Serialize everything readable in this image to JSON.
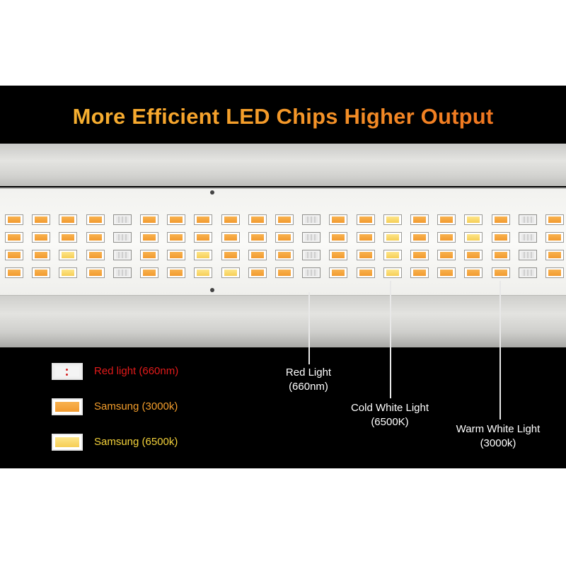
{
  "title": "More Efficient LED Chips Higher Output",
  "colors": {
    "title_gradient_start": "#f7b733",
    "title_gradient_end": "#ee6a1d",
    "red_text": "#e21a1a",
    "orange_text": "#f49e2c",
    "yellow_text": "#f4d23a",
    "background": "#000000"
  },
  "led_board": {
    "rows": [
      [
        "orange",
        "orange",
        "orange",
        "orange",
        "red",
        "orange",
        "orange",
        "orange",
        "orange",
        "orange",
        "orange",
        "red",
        "orange",
        "orange",
        "yellow",
        "orange",
        "orange",
        "yellow",
        "orange",
        "red",
        "orange"
      ],
      [
        "orange",
        "orange",
        "orange",
        "orange",
        "red",
        "orange",
        "orange",
        "orange",
        "orange",
        "orange",
        "orange",
        "red",
        "orange",
        "orange",
        "yellow",
        "orange",
        "orange",
        "yellow",
        "orange",
        "red",
        "orange"
      ],
      [
        "orange",
        "orange",
        "yellow",
        "orange",
        "red",
        "orange",
        "orange",
        "yellow",
        "orange",
        "orange",
        "orange",
        "red",
        "orange",
        "orange",
        "yellow",
        "orange",
        "orange",
        "orange",
        "orange",
        "red",
        "orange"
      ],
      [
        "orange",
        "orange",
        "yellow",
        "orange",
        "red",
        "orange",
        "orange",
        "yellow",
        "yellow",
        "orange",
        "orange",
        "red",
        "orange",
        "orange",
        "yellow",
        "orange",
        "orange",
        "orange",
        "orange",
        "red",
        "orange"
      ]
    ]
  },
  "callouts": [
    {
      "line1": "Red Light",
      "line2": "(660nm)"
    },
    {
      "line1": "Cold White Light",
      "line2": "(6500K)"
    },
    {
      "line1": "Warm White Light",
      "line2": "(3000k)"
    }
  ],
  "legend": [
    {
      "chip": "red-chip-icon",
      "label": "Red light (660nm)",
      "color": "#e21a1a"
    },
    {
      "chip": "orange-chip-icon",
      "label": "Samsung (3000k)",
      "color": "#f49e2c"
    },
    {
      "chip": "yellow-chip-icon",
      "label": "Samsung (6500k)",
      "color": "#f4d23a"
    }
  ]
}
